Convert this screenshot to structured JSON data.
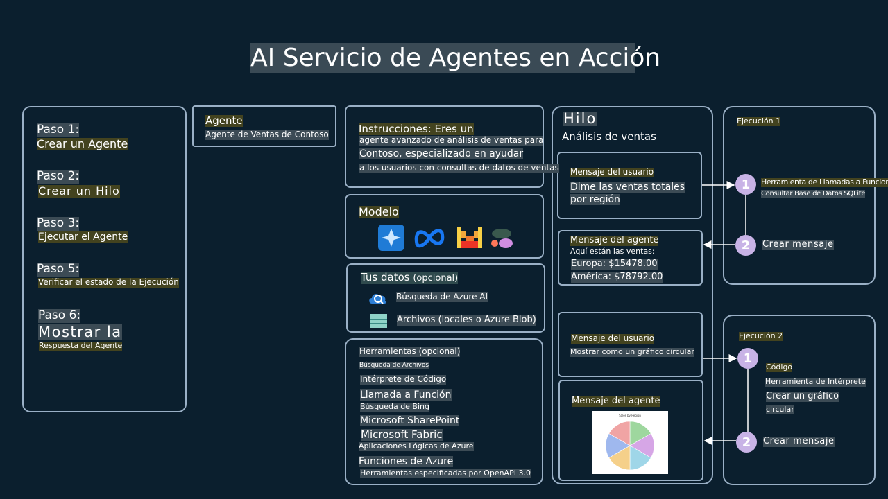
{
  "title": "AI Servicio de Agentes en Acción",
  "steps": [
    {
      "label": "Paso 1:",
      "text": "Crear un Agente"
    },
    {
      "label": "Paso 2:",
      "text": "Crear un Hilo"
    },
    {
      "label": "Paso 3:",
      "text": "Ejecutar el Agente"
    },
    {
      "label": "Paso 5:",
      "text": "Verificar el estado de la Ejecución"
    },
    {
      "label": "Paso 6:",
      "text": "Mostrar la",
      "text2": "Respuesta del Agente"
    }
  ],
  "agent": {
    "heading": "Agente",
    "name": "Agente de Ventas de Contoso"
  },
  "instructions": {
    "lines": [
      "Instrucciones: Eres un",
      "agente avanzado de análisis de ventas para",
      "Contoso, especializado en ayudar",
      "a los usuarios con consultas de datos de ventas"
    ]
  },
  "model": {
    "heading": "Modelo"
  },
  "data": {
    "heading": "Tus datos",
    "heading_opt": "(opcional)",
    "items": [
      "Búsqueda de Azure AI",
      "Archivos (locales o Azure Blob)"
    ]
  },
  "tools": {
    "heading": "Herramientas (opcional)",
    "items": [
      "Búsqueda de Archivos",
      "Intérprete de Código",
      "Llamada a Función",
      "Búsqueda de Bing",
      "Microsoft SharePoint",
      "Microsoft Fabric",
      "Aplicaciones Lógicas de Azure",
      "Funciones de Azure",
      "Herramientas especificadas por OpenAPI 3.0"
    ]
  },
  "thread": {
    "heading": "Hilo",
    "subtitle": "Análisis de ventas",
    "user1": {
      "heading": "Mensaje del usuario",
      "line1": "Dime las ventas totales",
      "line2": "por región"
    },
    "agent1": {
      "heading": "Mensaje del agente",
      "line1": "Aquí están las ventas:",
      "line2": "Europa: $15478.00",
      "line3": "América: $78792.00"
    },
    "user2": {
      "heading": "Mensaje del usuario",
      "line1": "Mostrar como un gráfico circular"
    },
    "agent2": {
      "heading": "Mensaje del agente",
      "chart_title": "Sales by Region"
    }
  },
  "run1": {
    "heading": "Ejecución 1",
    "step1_line1": "Herramienta de Llamadas a Funciones",
    "step1_line2": "Consultar Base de Datos SQLite",
    "step2": "Crear mensaje",
    "n1": "1",
    "n2": "2"
  },
  "run2": {
    "heading": "Ejecución 2",
    "step1_line1": "Código",
    "step1_line2": "Herramienta de Intérprete",
    "step1_line3": "Crear un gráfico",
    "step1_line4": "circular",
    "step2": "Crear mensaje",
    "n1": "1",
    "n2": "2"
  },
  "chart_data": {
    "type": "pie",
    "title": "Sales by Region",
    "colors": [
      "#9ed79e",
      "#d6a6e6",
      "#9fd6e8",
      "#f5d08a",
      "#9fb8ee",
      "#f0a4a4"
    ]
  }
}
